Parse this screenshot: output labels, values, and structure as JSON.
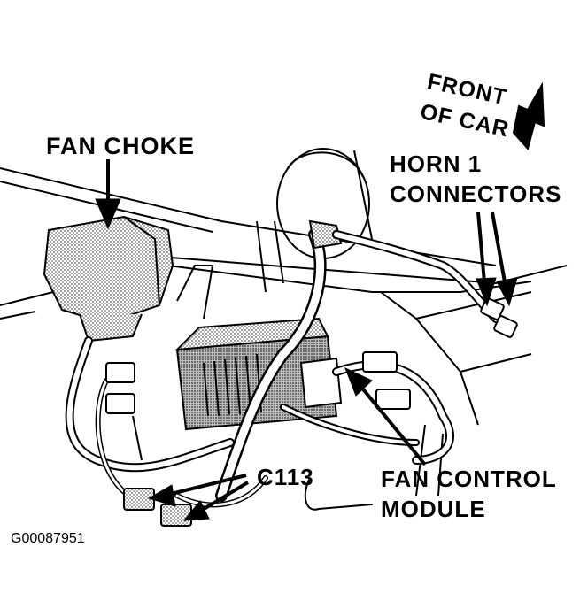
{
  "labels": {
    "fan_choke": "FAN CHOKE",
    "horn_1": "HORN 1",
    "connectors": "CONNECTORS",
    "front": "FRONT",
    "of_car": "OF CAR",
    "c113": "C113",
    "fan_control": "FAN CONTROL",
    "module": "MODULE",
    "figure_id": "G00087951"
  },
  "colors": {
    "ink": "#000000",
    "shade": "#9a9a9a",
    "background": "#ffffff"
  },
  "icons": {
    "direction_arrow": "front-of-car-arrow-icon"
  }
}
